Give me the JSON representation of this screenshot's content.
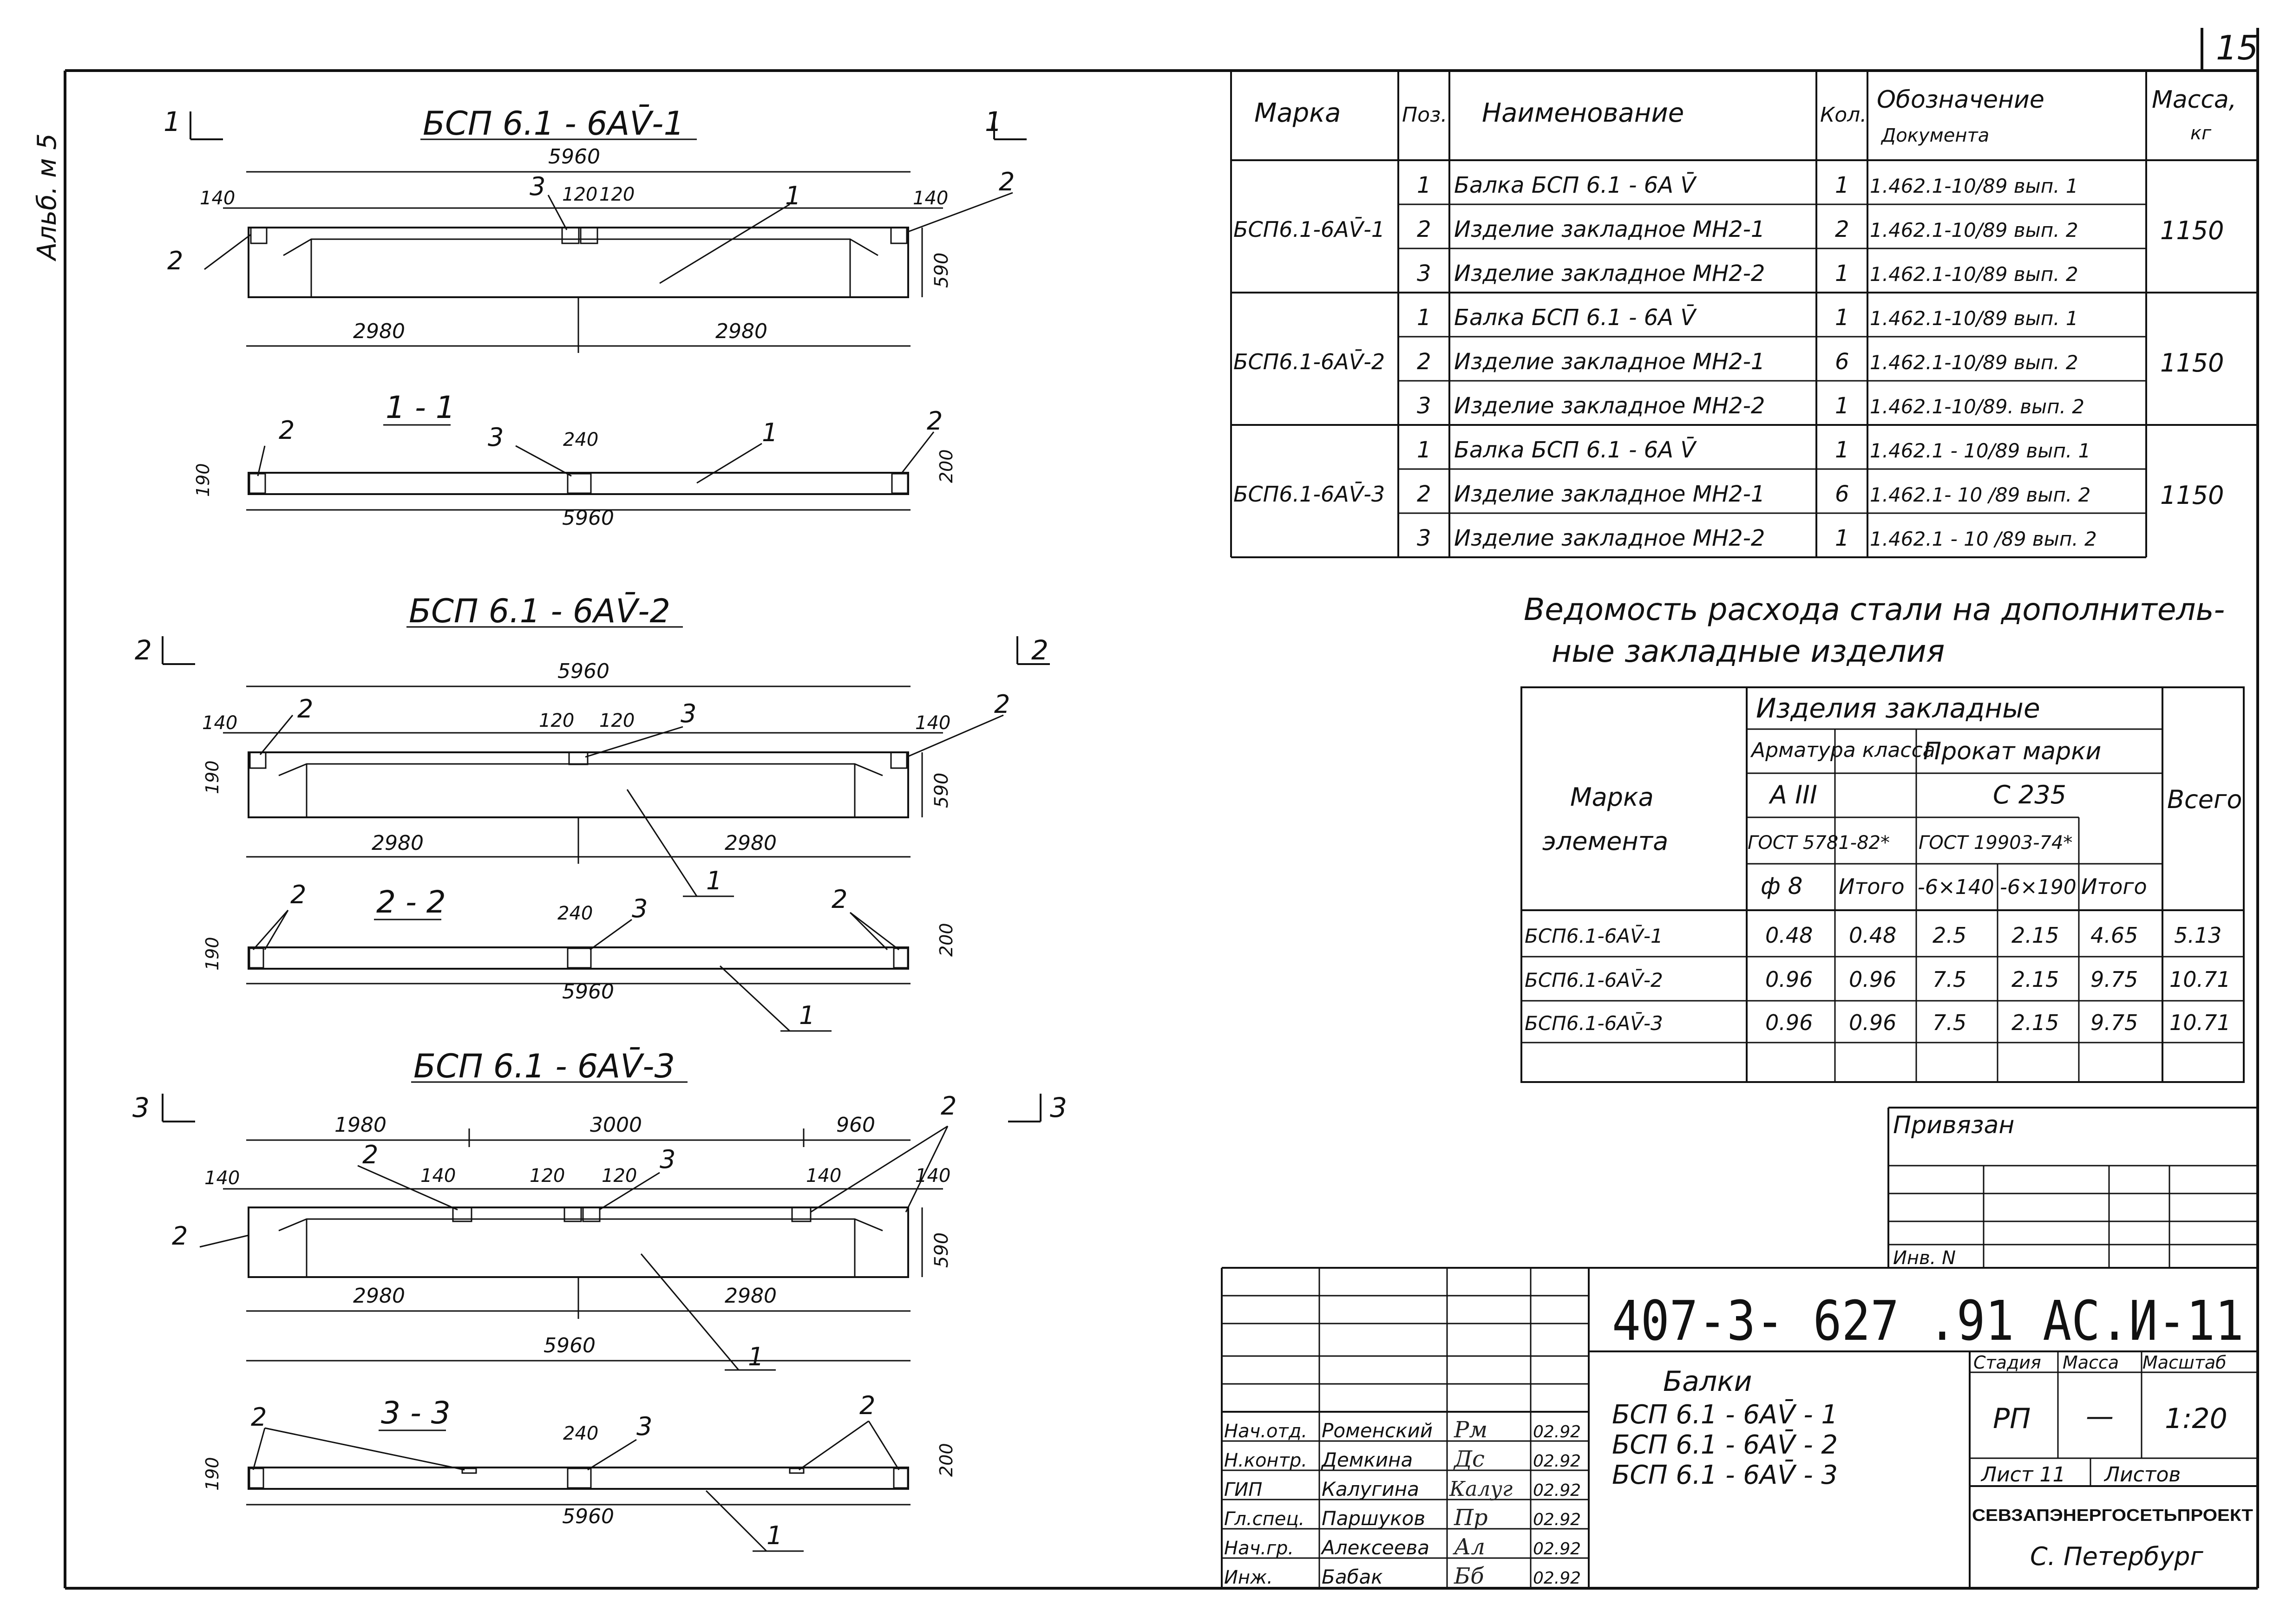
{
  "page_number": "15",
  "album_label": "Альб. м 5",
  "beams": [
    {
      "title": "БСП 6.1 - 6АV̄-1",
      "section_mark": "1",
      "length": "5960",
      "half_left": "2980",
      "half_right": "2980",
      "end_left": "140",
      "end_right": "140",
      "mid_a": "120",
      "mid_b": "120",
      "height": "590",
      "callout_left": "2",
      "callout_mid": "3",
      "callout_body": "1",
      "callout_right": "2"
    },
    {
      "title": "БСП 6.1 - 6АV̄-2",
      "section_mark": "2",
      "length": "5960",
      "half_left": "2980",
      "half_right": "2980",
      "end_left": "140",
      "end_right": "140",
      "mid_a": "120",
      "mid_b": "120",
      "height": "590",
      "height_small": "190",
      "callout_left": "2",
      "callout_mid": "3",
      "callout_body": "1",
      "callout_right": "2"
    },
    {
      "title": "БСП 6.1 - 6АV̄-3",
      "section_mark": "3",
      "length": "5960",
      "half_left": "2980",
      "half_right": "2980",
      "seg_left": "1980",
      "seg_mid": "3000",
      "seg_right": "960",
      "end_left": "140",
      "end_right": "140",
      "inner_left": "140",
      "inner_right": "140",
      "mid_a": "120",
      "mid_b": "120",
      "height": "590",
      "callout_left": "2",
      "callout_inner": "2",
      "callout_mid": "3",
      "callout_body": "1",
      "callout_right": "2"
    }
  ],
  "sections": [
    {
      "title": "1 - 1",
      "length": "5960",
      "width_mid": "240",
      "h_left": "190",
      "h_right": "200",
      "c_left": "2",
      "c_mid": "3",
      "c_body": "1",
      "c_right": "2"
    },
    {
      "title": "2 - 2",
      "length": "5960",
      "width_mid": "240",
      "h_left": "190",
      "h_right": "200",
      "c_left": "2",
      "c_mid": "3",
      "c_body": "1",
      "c_right": "2"
    },
    {
      "title": "3 - 3",
      "length": "5960",
      "width_mid": "240",
      "h_left": "190",
      "h_right": "200",
      "c_left": "2",
      "c_mid": "3",
      "c_body": "1",
      "c_right": "2"
    }
  ],
  "spec_table": {
    "headers": {
      "mark": "Марка",
      "pos": "Поз.",
      "name": "Наименование",
      "qty": "Кол.",
      "designation": "Обозначение",
      "designation_sub": "Документа",
      "mass": "Масса,",
      "mass_unit": "кг"
    },
    "groups": [
      {
        "mark": "БСП6.1-6АV̄-1",
        "mass": "1150",
        "rows": [
          {
            "pos": "1",
            "name": "Балка БСП 6.1 - 6А V̄",
            "qty": "1",
            "doc": "1.462.1-10/89 вып. 1"
          },
          {
            "pos": "2",
            "name": "Изделие закладное МН2-1",
            "qty": "2",
            "doc": "1.462.1-10/89 вып. 2"
          },
          {
            "pos": "3",
            "name": "Изделие закладное МН2-2",
            "qty": "1",
            "doc": "1.462.1-10/89 вып. 2"
          }
        ]
      },
      {
        "mark": "БСП6.1-6АV̄-2",
        "mass": "1150",
        "rows": [
          {
            "pos": "1",
            "name": "Балка БСП 6.1 - 6А V̄",
            "qty": "1",
            "doc": "1.462.1-10/89 вып. 1"
          },
          {
            "pos": "2",
            "name": "Изделие закладное МН2-1",
            "qty": "6",
            "doc": "1.462.1-10/89 вып. 2"
          },
          {
            "pos": "3",
            "name": "Изделие закладное МН2-2",
            "qty": "1",
            "doc": "1.462.1-10/89. вып. 2"
          }
        ]
      },
      {
        "mark": "БСП6.1-6АV̄-3",
        "mass": "1150",
        "rows": [
          {
            "pos": "1",
            "name": "Балка БСП 6.1 - 6А V̄",
            "qty": "1",
            "doc": "1.462.1 - 10/89 вып. 1"
          },
          {
            "pos": "2",
            "name": "Изделие закладное МН2-1",
            "qty": "6",
            "doc": "1.462.1- 10 /89 вып. 2"
          },
          {
            "pos": "3",
            "name": "Изделие закладное МН2-2",
            "qty": "1",
            "doc": "1.462.1 - 10 /89 вып. 2"
          }
        ]
      }
    ]
  },
  "steel_table": {
    "title_line1": "Ведомость расхода стали на дополнитель-",
    "title_line2": "ные закладные изделия",
    "h_embedded": "Изделия закладные",
    "h_rebar": "Арматура класса",
    "h_rolled": "Прокат марки",
    "h_mark": "Марка",
    "h_element": "элемента",
    "h_total": "Всего",
    "h_class": "А III",
    "h_grade": "С 235",
    "h_gost1": "ГОСТ 5781-82*",
    "h_gost2": "ГОСТ 19903-74*",
    "cols": [
      "ф 8",
      "Итого",
      "-6×140",
      "-6×190",
      "Итого"
    ],
    "rows": [
      {
        "mark": "БСП6.1-6АV̄-1",
        "v": [
          "0.48",
          "0.48",
          "2.5",
          "2.15",
          "4.65",
          "5.13"
        ]
      },
      {
        "mark": "БСП6.1-6АV̄-2",
        "v": [
          "0.96",
          "0.96",
          "7.5",
          "2.15",
          "9.75",
          "10.71"
        ]
      },
      {
        "mark": "БСП6.1-6АV̄-3",
        "v": [
          "0.96",
          "0.96",
          "7.5",
          "2.15",
          "9.75",
          "10.71"
        ]
      }
    ]
  },
  "stamp": {
    "privyazan": "Привязан",
    "inv": "Инв. N",
    "code": "407-3- 627 .91 АС.И-11",
    "doc_title": "Балки",
    "doc_lines": [
      "БСП 6.1 - 6АV̄ - 1",
      "БСП 6.1 - 6АV̄ - 2",
      "БСП 6.1 - 6АV̄ - 3"
    ],
    "stage_h": "Стадия",
    "mass_h": "Масса",
    "scale_h": "Масштаб",
    "stage": "РП",
    "mass": "—",
    "scale": "1:20",
    "sheet": "Лист 11",
    "sheets": "Листов",
    "org": "СЕВЗАПЭНЕРГОСЕТЬПРОЕКТ",
    "city": "С. Петербург",
    "people": [
      {
        "role": "Нач.отд.",
        "name": "Роменский",
        "sign": "Рм",
        "date": "02.92"
      },
      {
        "role": "Н.контр.",
        "name": "Демкина",
        "sign": "Дс",
        "date": "02.92"
      },
      {
        "role": "ГИП",
        "name": "Калугина",
        "sign": "Калуг",
        "date": "02.92"
      },
      {
        "role": "Гл.спец.",
        "name": "Паршуков",
        "sign": "Пр",
        "date": "02.92"
      },
      {
        "role": "Нач.гр.",
        "name": "Алексеева",
        "sign": "Ал",
        "date": "02.92"
      },
      {
        "role": "Инж.",
        "name": "Бабак",
        "sign": "Бб",
        "date": "02.92"
      }
    ]
  }
}
